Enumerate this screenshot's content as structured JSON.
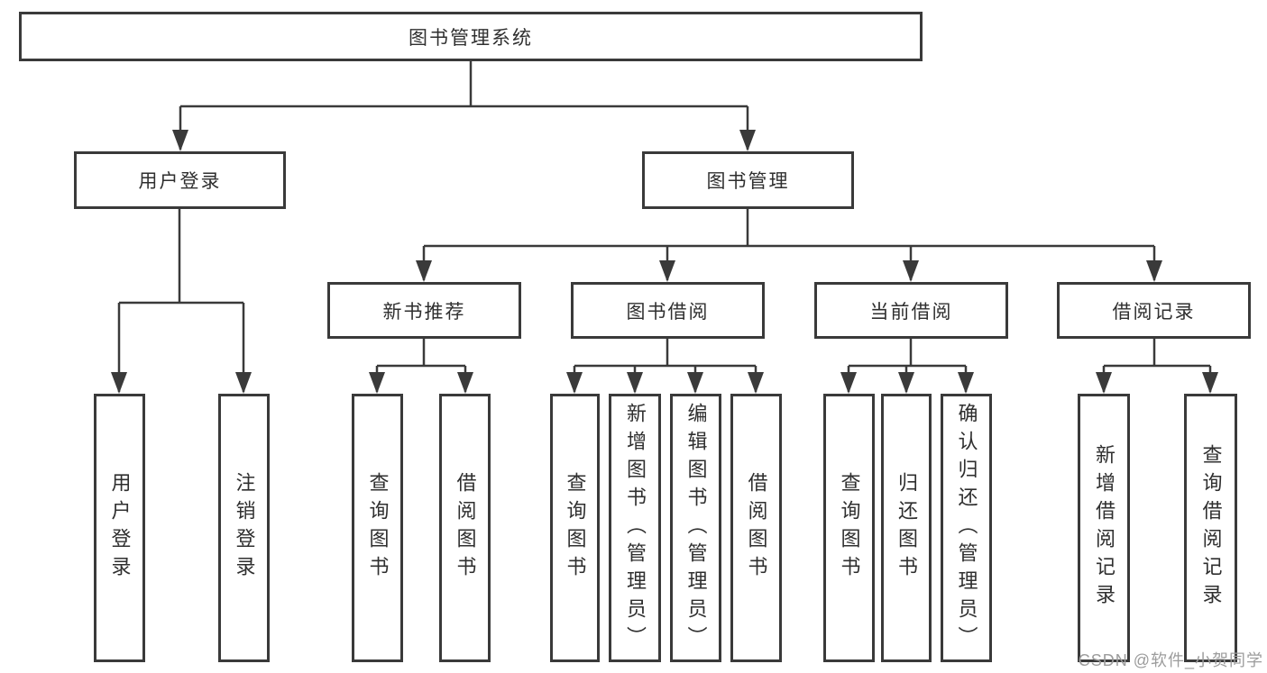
{
  "tree": {
    "label": "图书管理系统",
    "children": [
      {
        "label": "用户登录",
        "children": [
          {
            "label": "用户登录"
          },
          {
            "label": "注销登录"
          }
        ]
      },
      {
        "label": "图书管理",
        "children": [
          {
            "label": "新书推荐",
            "children": [
              {
                "label": "查询图书"
              },
              {
                "label": "借阅图书"
              }
            ]
          },
          {
            "label": "图书借阅",
            "children": [
              {
                "label": "查询图书"
              },
              {
                "label": "新增图书（管理员）"
              },
              {
                "label": "编辑图书（管理员）"
              },
              {
                "label": "借阅图书"
              }
            ]
          },
          {
            "label": "当前借阅",
            "children": [
              {
                "label": "查询图书"
              },
              {
                "label": "归还图书"
              },
              {
                "label": "确认归还（管理员）"
              }
            ]
          },
          {
            "label": "借阅记录",
            "children": [
              {
                "label": "新增借阅记录"
              },
              {
                "label": "查询借阅记录"
              }
            ]
          }
        ]
      }
    ]
  },
  "watermark": {
    "text": "CSDN @软件_小贺同学"
  },
  "colors": {
    "line": "#3a3a3a",
    "box_border": "#3a3a3a",
    "text": "#2f2f2f",
    "watermark": "#9c9c9c",
    "background": "#ffffff"
  }
}
